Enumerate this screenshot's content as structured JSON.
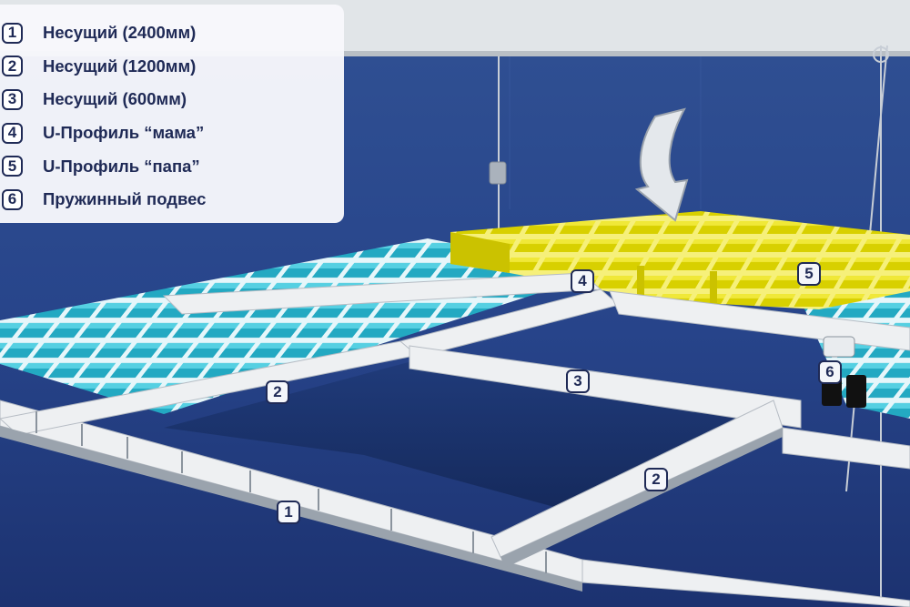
{
  "legend": {
    "items": [
      {
        "num": "1",
        "label": "Несущий (2400мм)"
      },
      {
        "num": "2",
        "label": "Несущий (1200мм)"
      },
      {
        "num": "3",
        "label": "Несущий (600мм)"
      },
      {
        "num": "4",
        "label": "U-Профиль “мама”"
      },
      {
        "num": "5",
        "label": "U-Профиль “папа”"
      },
      {
        "num": "6",
        "label": "Пружинный подвес"
      }
    ]
  },
  "callouts": {
    "c1": "1",
    "c2a": "2",
    "c2b": "2",
    "c3": "3",
    "c4": "4",
    "c5": "5",
    "c6": "6"
  },
  "colors": {
    "wall": "#2d4a8a",
    "ceiling": "#dfe3e6",
    "profile": "#eef0f2",
    "cyan_grid": "#2bb6cc",
    "yellow_grid": "#e6e000",
    "label_border": "#1f2a56"
  }
}
